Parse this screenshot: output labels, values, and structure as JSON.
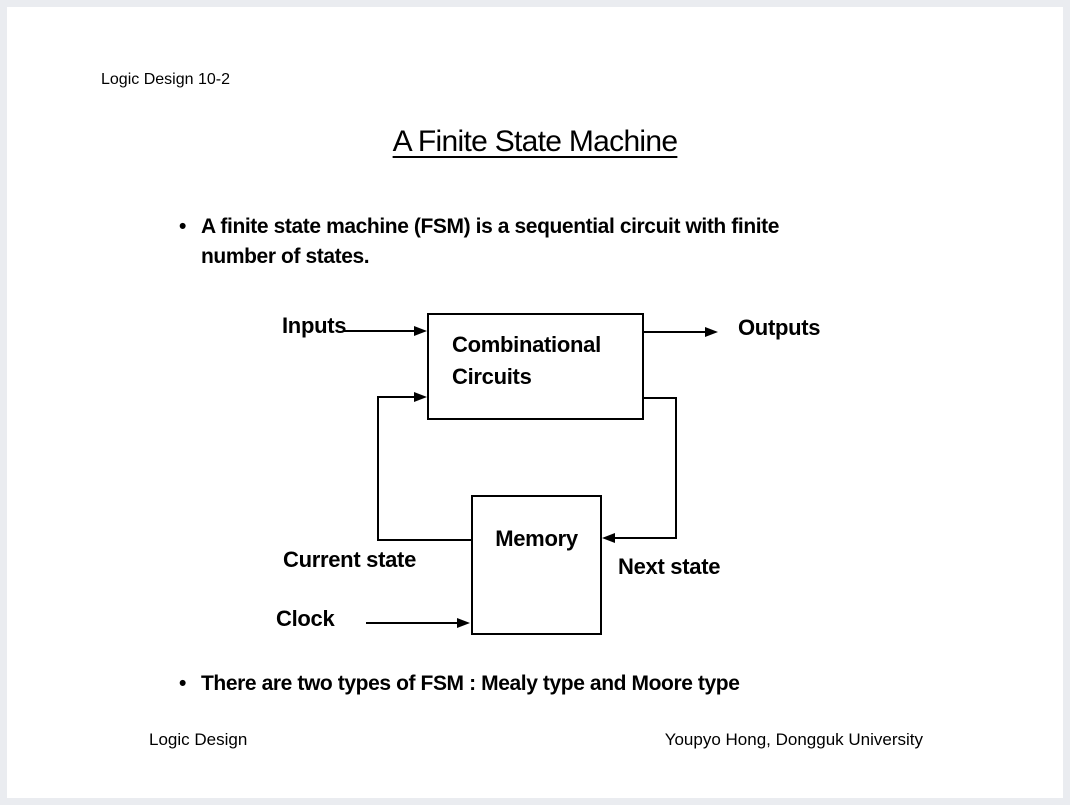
{
  "page": {
    "background_color": "#eaecf0",
    "slide_background_color": "#ffffff",
    "text_color": "#000000",
    "line_color": "#000000"
  },
  "slide": {
    "header": "Logic Design 10-2",
    "title": "A Finite State Machine",
    "bullets": {
      "marker": "•",
      "item1_line1": "A finite state machine (FSM) is a sequential circuit with finite",
      "item1_line2": "number of states.",
      "item2": "There are two types of FSM : Mealy type and Moore type"
    },
    "diagram": {
      "inputs": "Inputs",
      "outputs": "Outputs",
      "combinational_line1": "Combinational",
      "combinational_line2": "Circuits",
      "memory": "Memory",
      "current_state": "Current state",
      "next_state": "Next state",
      "clock": "Clock"
    },
    "footer_left": "Logic Design",
    "footer_right": "Youpyo Hong, Dongguk University"
  }
}
